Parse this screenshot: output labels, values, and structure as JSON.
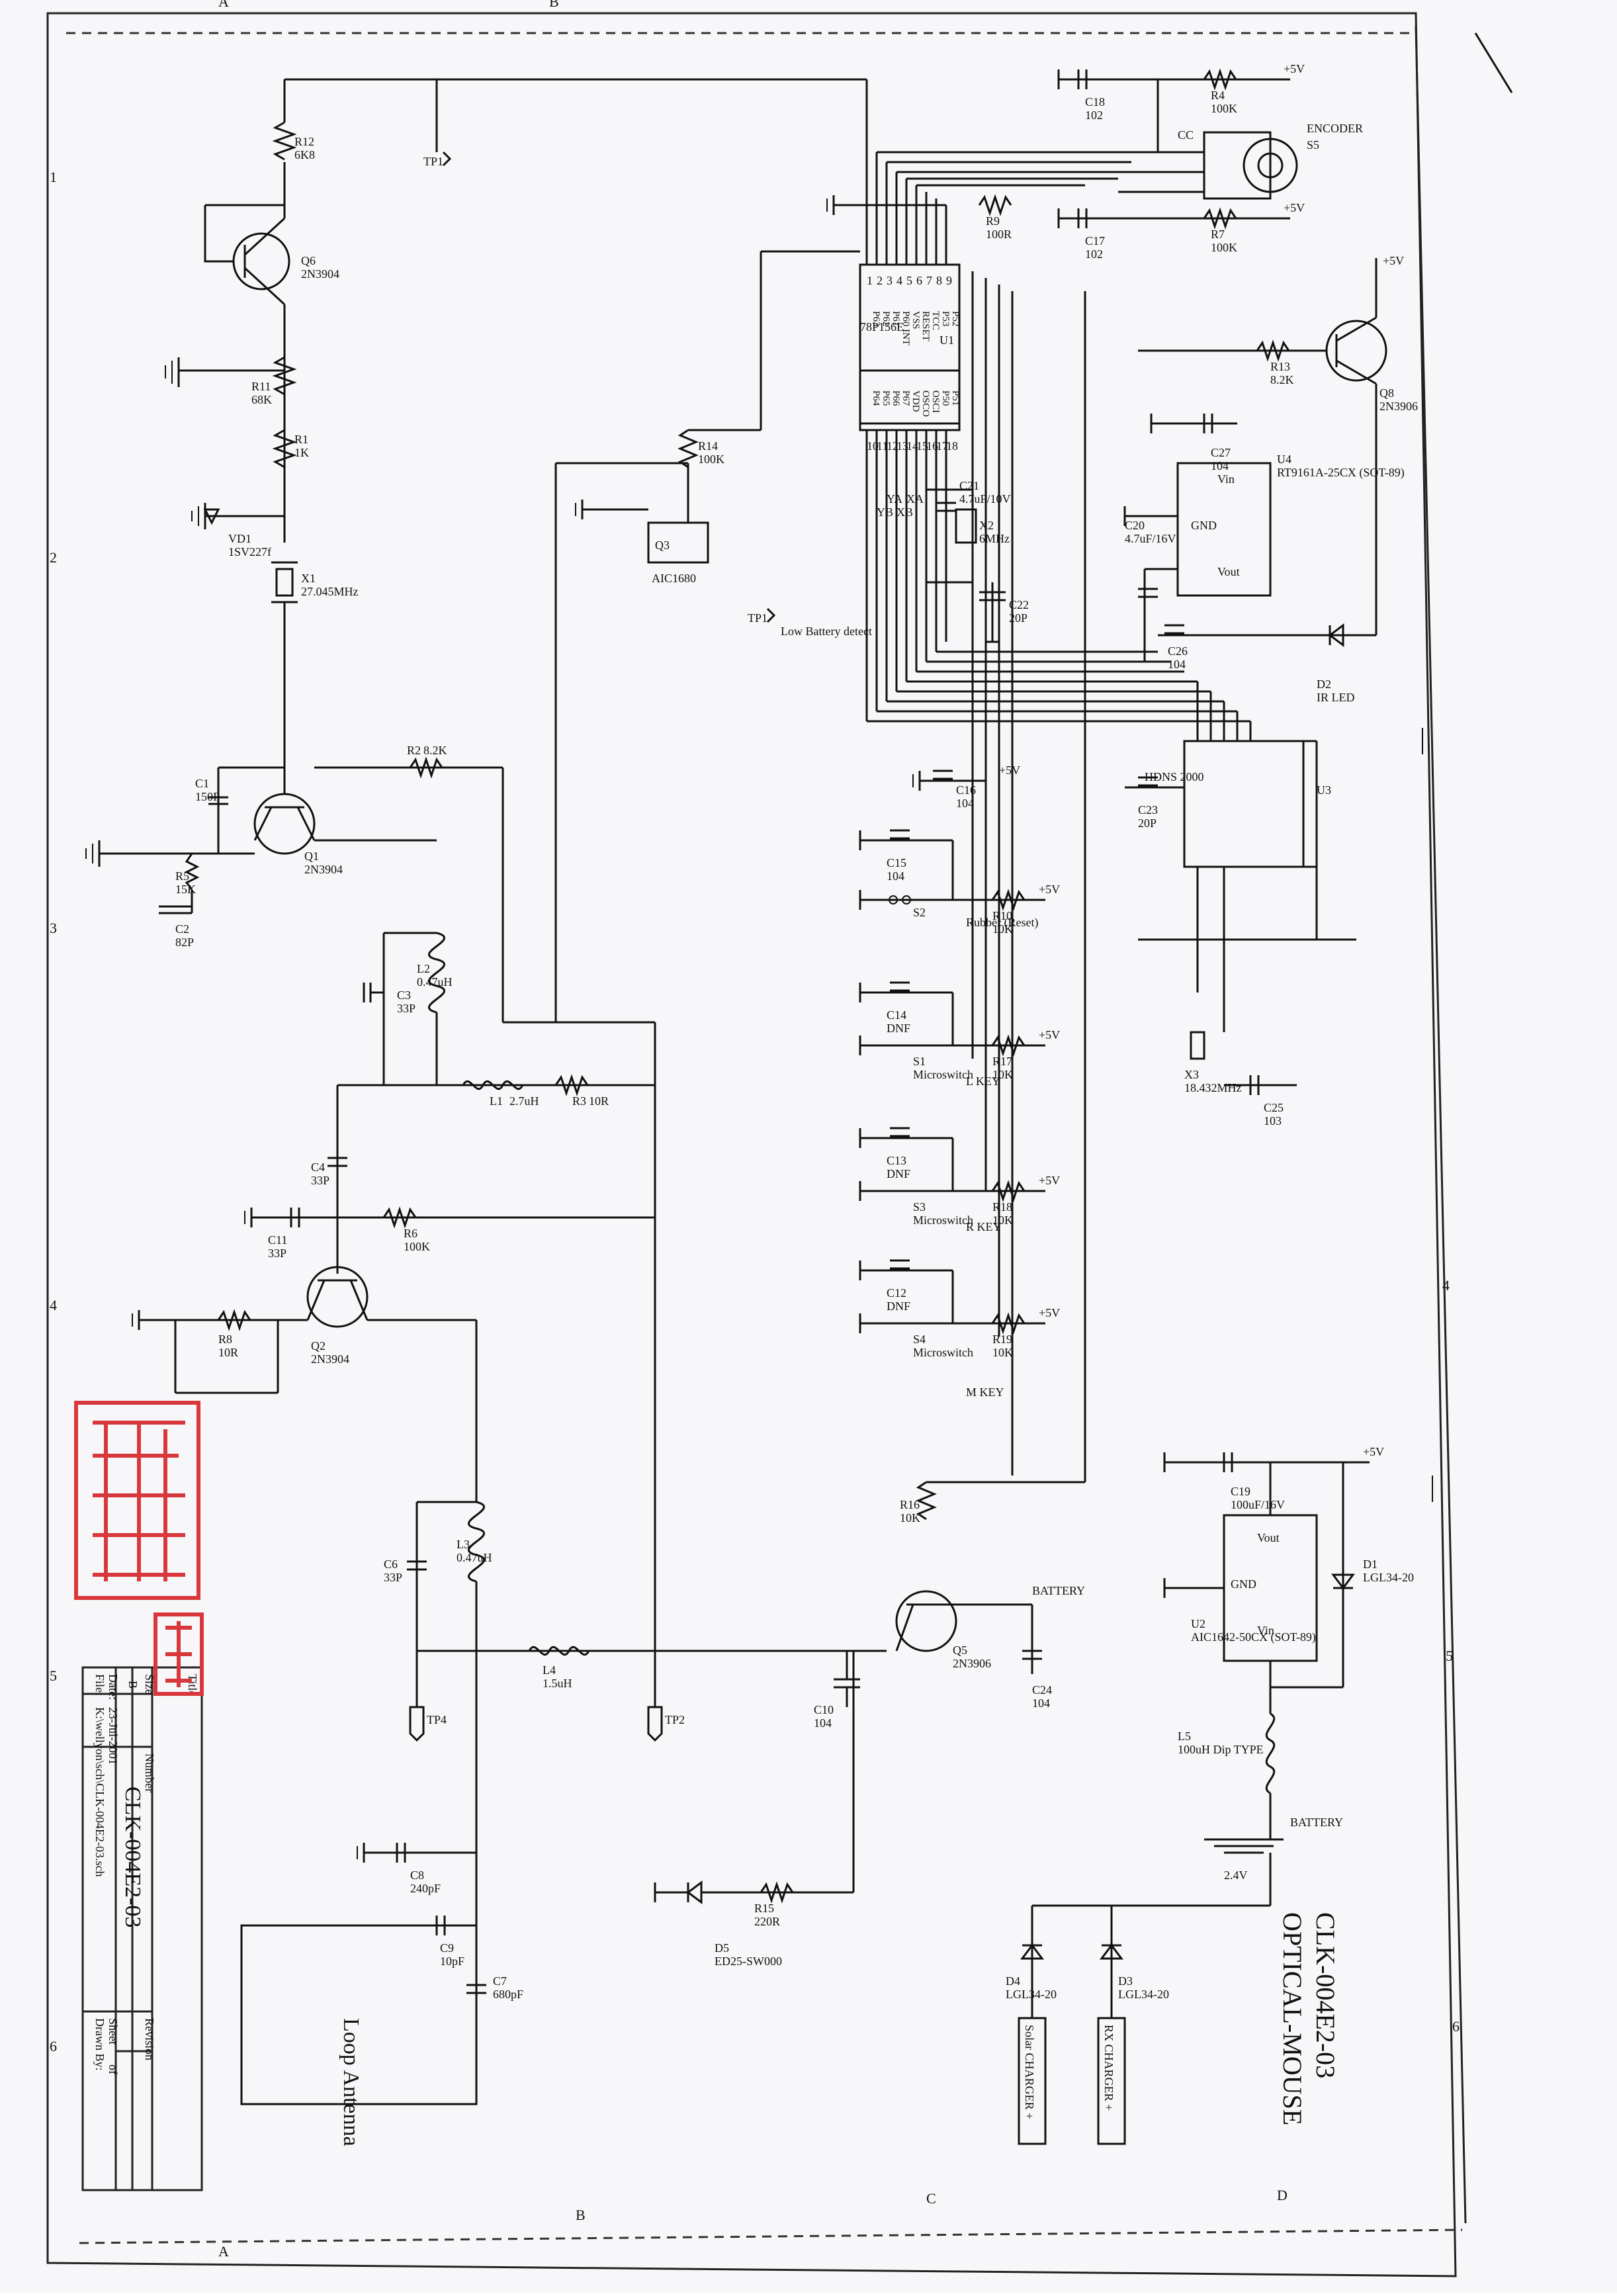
{
  "title_block": {
    "title_label": "Title",
    "size_label": "Size",
    "size_value": "B",
    "number_label": "Number",
    "number_value": "CLK-004E2-03",
    "revision_label": "Revision",
    "date_label": "Date:",
    "date_value": "23-Jul-2001",
    "file_label": "File:",
    "file_value": "K:\\wellyon\\sch\\CLK-004E2-03.sch",
    "sheet_label": "Sheet",
    "of_label": "of",
    "drawn_label": "Drawn By:"
  },
  "main_title": {
    "line1": "CLK-004E2-03",
    "line2": "OPTICAL-MOUSE"
  },
  "border": {
    "rows": [
      "A",
      "B",
      "C",
      "D"
    ],
    "cols": [
      "1",
      "2",
      "3",
      "4",
      "5",
      "6"
    ]
  },
  "antenna_label": "Loop Antenna",
  "components": {
    "transistors": [
      {
        "ref": "Q6",
        "part": "2N3904"
      },
      {
        "ref": "Q1",
        "part": "2N3904"
      },
      {
        "ref": "Q2",
        "part": "2N3904"
      },
      {
        "ref": "Q5",
        "part": "2N3906"
      },
      {
        "ref": "Q8",
        "part": "2N3906"
      },
      {
        "ref": "Q3",
        "part": "AIC1680"
      }
    ],
    "resistors": [
      {
        "ref": "R12",
        "value": "6K8"
      },
      {
        "ref": "R11",
        "value": "68K"
      },
      {
        "ref": "R1",
        "value": "1K"
      },
      {
        "ref": "R2",
        "value": "8.2K"
      },
      {
        "ref": "R5",
        "value": "15K"
      },
      {
        "ref": "R3",
        "value": "10R"
      },
      {
        "ref": "R6",
        "value": "100K"
      },
      {
        "ref": "R8",
        "value": "10R"
      },
      {
        "ref": "R16",
        "value": "10K"
      },
      {
        "ref": "R15",
        "value": "220R"
      },
      {
        "ref": "R14",
        "value": "100K"
      },
      {
        "ref": "R10",
        "value": "10K"
      },
      {
        "ref": "R17",
        "value": "10K"
      },
      {
        "ref": "R18",
        "value": "10K"
      },
      {
        "ref": "R19",
        "value": "10K"
      },
      {
        "ref": "R4",
        "value": "100K"
      },
      {
        "ref": "R7",
        "value": "100K"
      },
      {
        "ref": "R9",
        "value": "100R"
      },
      {
        "ref": "R13",
        "value": "8.2K"
      }
    ],
    "capacitors": [
      {
        "ref": "C1",
        "value": "150P"
      },
      {
        "ref": "C2",
        "value": "82P"
      },
      {
        "ref": "C3",
        "value": "33P"
      },
      {
        "ref": "C4",
        "value": "33P"
      },
      {
        "ref": "C11",
        "value": "33P"
      },
      {
        "ref": "C6",
        "value": "33P"
      },
      {
        "ref": "C8",
        "value": "240pF"
      },
      {
        "ref": "C9",
        "value": "10pF"
      },
      {
        "ref": "C7",
        "value": "680pF"
      },
      {
        "ref": "C10",
        "value": "104"
      },
      {
        "ref": "C24",
        "value": "104"
      },
      {
        "ref": "C16",
        "value": "104"
      },
      {
        "ref": "C15",
        "value": "104"
      },
      {
        "ref": "C14",
        "value": "DNF"
      },
      {
        "ref": "C13",
        "value": "DNF"
      },
      {
        "ref": "C12",
        "value": "DNF"
      },
      {
        "ref": "C18",
        "value": "102"
      },
      {
        "ref": "C17",
        "value": "102"
      },
      {
        "ref": "C27",
        "value": "104"
      },
      {
        "ref": "C20",
        "value": "4.7uF/16V"
      },
      {
        "ref": "C26",
        "value": "104"
      },
      {
        "ref": "C21",
        "value": "4.7uF/10V"
      },
      {
        "ref": "C22",
        "value": "20P"
      },
      {
        "ref": "C23",
        "value": "20P"
      },
      {
        "ref": "C25",
        "value": "103"
      },
      {
        "ref": "C19",
        "value": "100uF/16V"
      }
    ],
    "inductors": [
      {
        "ref": "L2",
        "value": "0.47uH"
      },
      {
        "ref": "L1",
        "value": "2.7uH"
      },
      {
        "ref": "L3",
        "value": "0.47uH"
      },
      {
        "ref": "L4",
        "value": "1.5uH"
      },
      {
        "ref": "L5",
        "value": "100uH Dip TYPE"
      }
    ],
    "diodes": [
      {
        "ref": "VD1",
        "value": "1SV227f"
      },
      {
        "ref": "D2",
        "value": "IR LED"
      },
      {
        "ref": "D5",
        "value": "ED25-SW000"
      },
      {
        "ref": "D1",
        "value": "LGL34-20"
      },
      {
        "ref": "D3",
        "value": "LGL34-20"
      },
      {
        "ref": "D4",
        "value": "LGL34-20"
      }
    ],
    "crystals": [
      {
        "ref": "X1",
        "value": "27.045MHz"
      },
      {
        "ref": "X2",
        "value": "6MHz"
      },
      {
        "ref": "X3",
        "value": "18.432MHz"
      }
    ],
    "ics": [
      {
        "ref": "U1",
        "part": "78P156E"
      },
      {
        "ref": "U3",
        "part": "HDNS 2000"
      },
      {
        "ref": "U4",
        "part": "RT9161A-25CX (SOT-89)"
      },
      {
        "ref": "U2",
        "part": "AIC1642-50CX (SOT-89)"
      }
    ],
    "switches": [
      {
        "ref": "S2",
        "label": "Rubber (Reset)"
      },
      {
        "ref": "S1",
        "label": "Microswitch",
        "key": "L KEY"
      },
      {
        "ref": "S3",
        "label": "Microswitch",
        "key": "R KEY"
      },
      {
        "ref": "S4",
        "label": "Microswitch",
        "key": "M KEY"
      },
      {
        "ref": "S5",
        "label": "ENCODER"
      }
    ],
    "testpoints": [
      "TP1",
      "TP1",
      "TP2",
      "TP4"
    ],
    "battery": {
      "label": "BATTERY",
      "value": "2.4V"
    }
  },
  "u1_pins_left": [
    "P52",
    "P53",
    "TCC",
    "RESET",
    "VSS",
    "P60 INT",
    "P61",
    "P62",
    "P63"
  ],
  "u1_pins_left_nums": [
    "1",
    "2",
    "3",
    "4",
    "5",
    "6",
    "7",
    "8",
    "9"
  ],
  "u1_pins_right": [
    "P51",
    "P50",
    "OSCI",
    "OSCO",
    "VDD",
    "P67",
    "P66",
    "P65",
    "P64"
  ],
  "u1_pins_right_nums": [
    "18",
    "17",
    "16",
    "15",
    "14",
    "13",
    "12",
    "11",
    "10"
  ],
  "u1_signals": [
    "XA",
    "XB",
    "YA",
    "YB"
  ],
  "net_labels": {
    "plus5v": "+5V",
    "gnd": "GND",
    "vin": "Vin",
    "vout": "Vout",
    "low_battery": "Low Battery detect",
    "rx_charger": "RX CHARGER +",
    "solar_charger": "Solar CHARGER +"
  },
  "seal_text": "印"
}
